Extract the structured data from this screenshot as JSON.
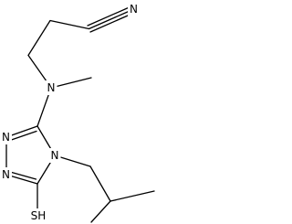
{
  "structure": {
    "atoms": {
      "nitrile_n": "N",
      "amine_n": "N",
      "ring_n_top": "N",
      "ring_n_bottom": "N",
      "ring_n_right": "N",
      "thiol": "SH"
    },
    "colors": {
      "bond": "#000000",
      "label": "#000000",
      "background": "#ffffff"
    }
  }
}
